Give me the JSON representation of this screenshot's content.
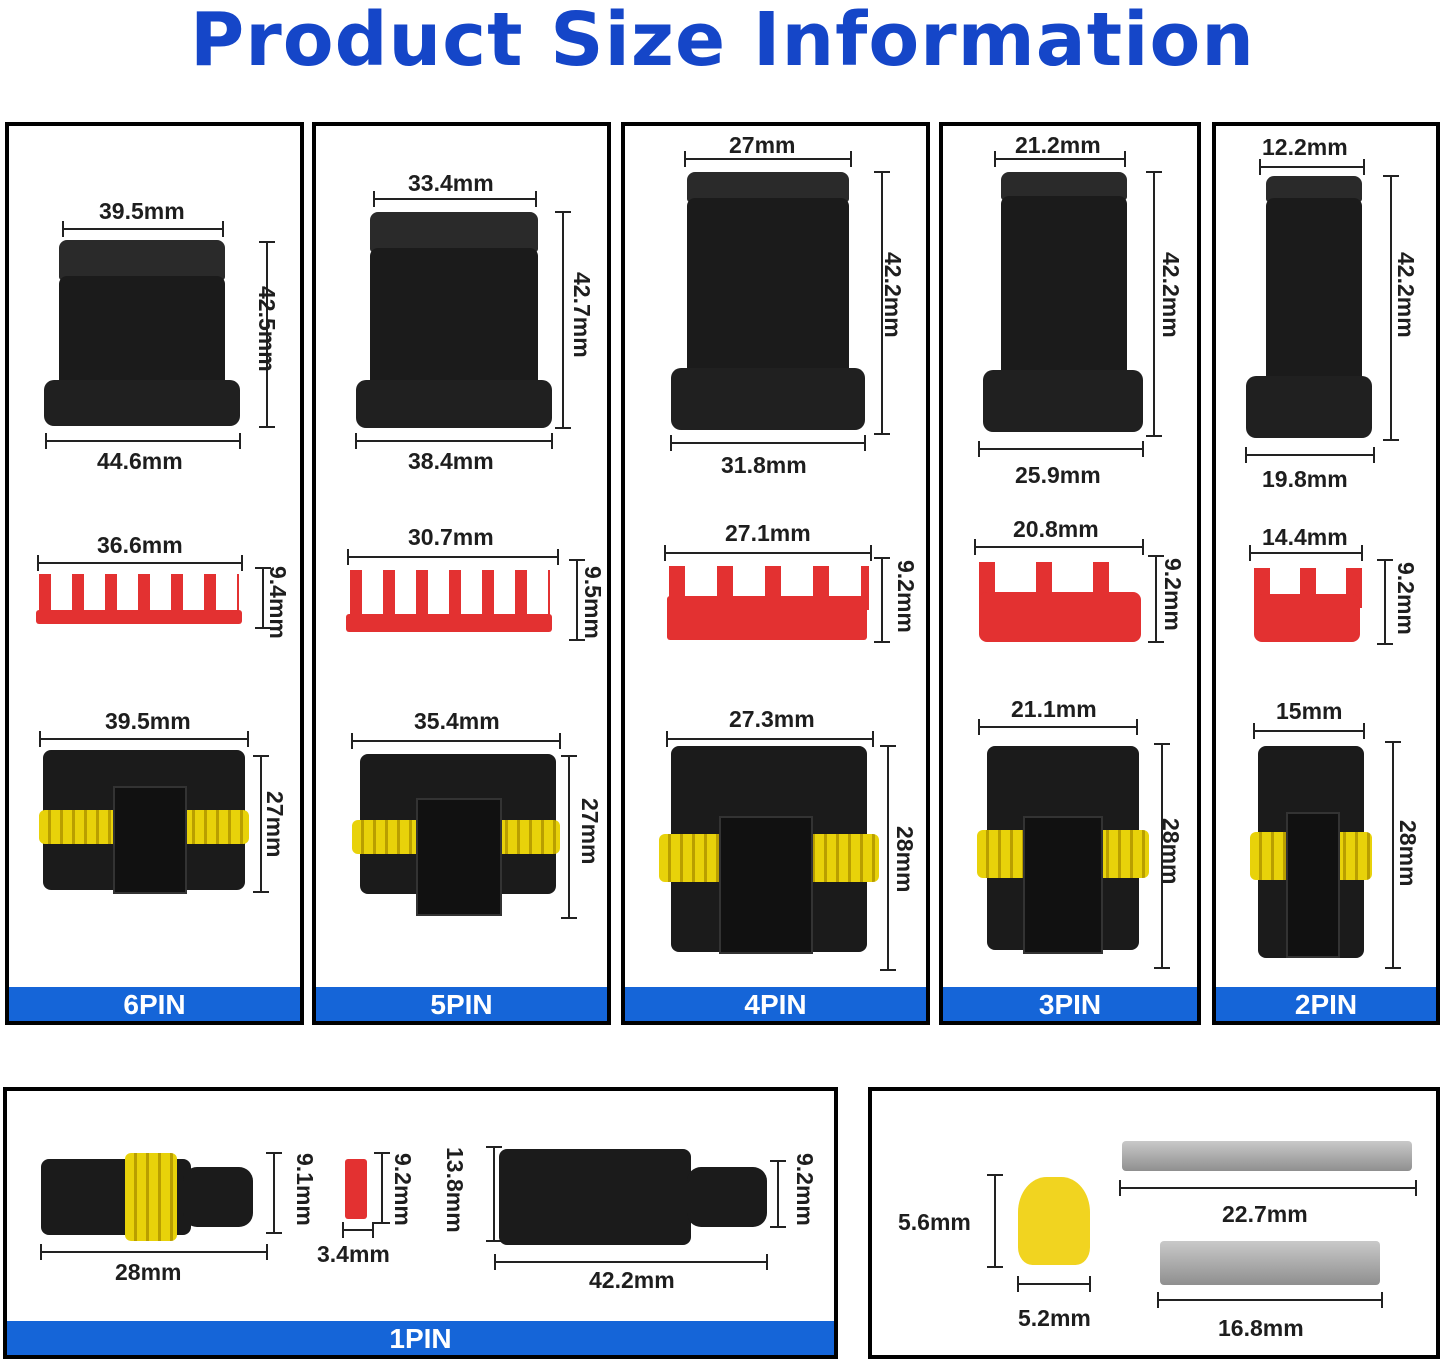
{
  "title": "Product Size Information",
  "colors": {
    "title": "#1546c8",
    "bar": "#1565d8",
    "connector": "#1b1b1b",
    "seal": "#e8d20a",
    "lock": "#e33131"
  },
  "panels": [
    {
      "label": "6PIN",
      "top_w": "39.5mm",
      "h1": "42.5mm",
      "bottom_w": "44.6mm",
      "lock_w": "36.6mm",
      "lock_h": "9.4mm",
      "male_w": "39.5mm",
      "male_h": "27mm"
    },
    {
      "label": "5PIN",
      "top_w": "33.4mm",
      "h1": "42.7mm",
      "bottom_w": "38.4mm",
      "lock_w": "30.7mm",
      "lock_h": "9.5mm",
      "male_w": "35.4mm",
      "male_h": "27mm"
    },
    {
      "label": "4PIN",
      "top_w": "27mm",
      "h1": "42.2mm",
      "bottom_w": "31.8mm",
      "lock_w": "27.1mm",
      "lock_h": "9.2mm",
      "male_w": "27.3mm",
      "male_h": "28mm"
    },
    {
      "label": "3PIN",
      "top_w": "21.2mm",
      "h1": "42.2mm",
      "bottom_w": "25.9mm",
      "lock_w": "20.8mm",
      "lock_h": "9.2mm",
      "male_w": "21.1mm",
      "male_h": "28mm"
    },
    {
      "label": "2PIN",
      "top_w": "12.2mm",
      "h1": "42.2mm",
      "bottom_w": "19.8mm",
      "lock_w": "14.4mm",
      "lock_h": "9.2mm",
      "male_w": "15mm",
      "male_h": "28mm"
    }
  ],
  "onepin": {
    "label": "1PIN",
    "a_h": "9.1mm",
    "a_w": "28mm",
    "lock_h": "9.2mm",
    "lock_w": "3.4mm",
    "b_h1": "13.8mm",
    "b_h2": "9.2mm",
    "b_w": "42.2mm"
  },
  "parts": {
    "seal_h": "5.6mm",
    "seal_w": "5.2mm",
    "male_pin": "22.7mm",
    "female_pin": "16.8mm"
  }
}
